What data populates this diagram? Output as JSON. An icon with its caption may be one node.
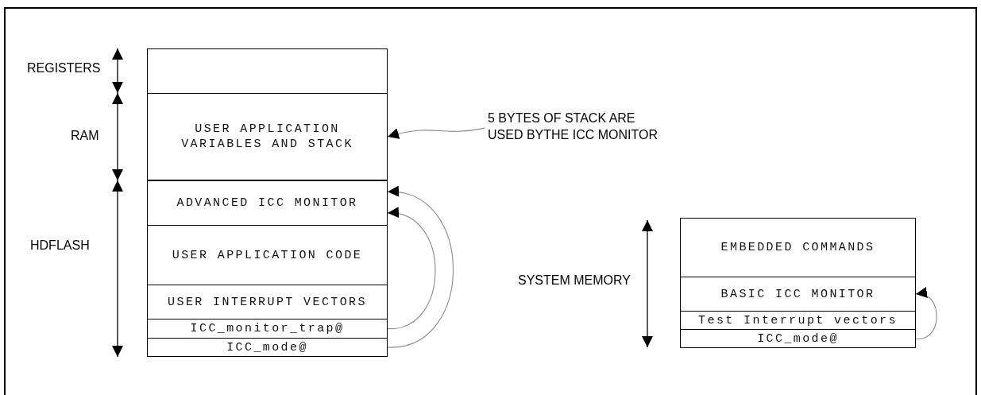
{
  "diagram": {
    "nodes": [
      {
        "text": [],
        "shape": "box"
      },
      {
        "text": [
          "USER APPLICATION VARIABLES AND STACK"
        ]
      },
      {
        "text": [
          "ADVANCED ICC MONITOR"
        ]
      },
      {
        "text": [
          "USER APPLICATION CODE"
        ]
      },
      {
        "text": [
          "USER INTERRUPT VECTORS"
        ]
      },
      {
        "text": [
          "ICC_monitor_trap@"
        ]
      },
      {
        "text": [
          "ICC_mode@"
        ]
      },
      {
        "text": [
          "5 BYTES OF STACK ARE USED BYTHE ICC MONITOR"
        ]
      },
      {
        "text": [
          "EMBEDDED COMMANDS"
        ]
      },
      {
        "text": [
          "BASIC ICC MONITOR"
        ]
      },
      {
        "text": [
          "Test Interrupt vectors"
        ]
      },
      {
        "text": [
          "ICC_mode@"
        ]
      }
    ],
    "edges": [
      {
        "from": 7,
        "to": 1,
        "arrow": "to"
      },
      {
        "from": 5,
        "to": 2,
        "arrow": "to"
      },
      {
        "from": 6,
        "to": 2,
        "arrow": "to"
      },
      {
        "from": 11,
        "to": 9,
        "arrow": "to"
      }
    ],
    "labels": [
      "REGISTERS",
      "RAM",
      "HDFLASH",
      "SYSTEM MEMORY"
    ]
  }
}
